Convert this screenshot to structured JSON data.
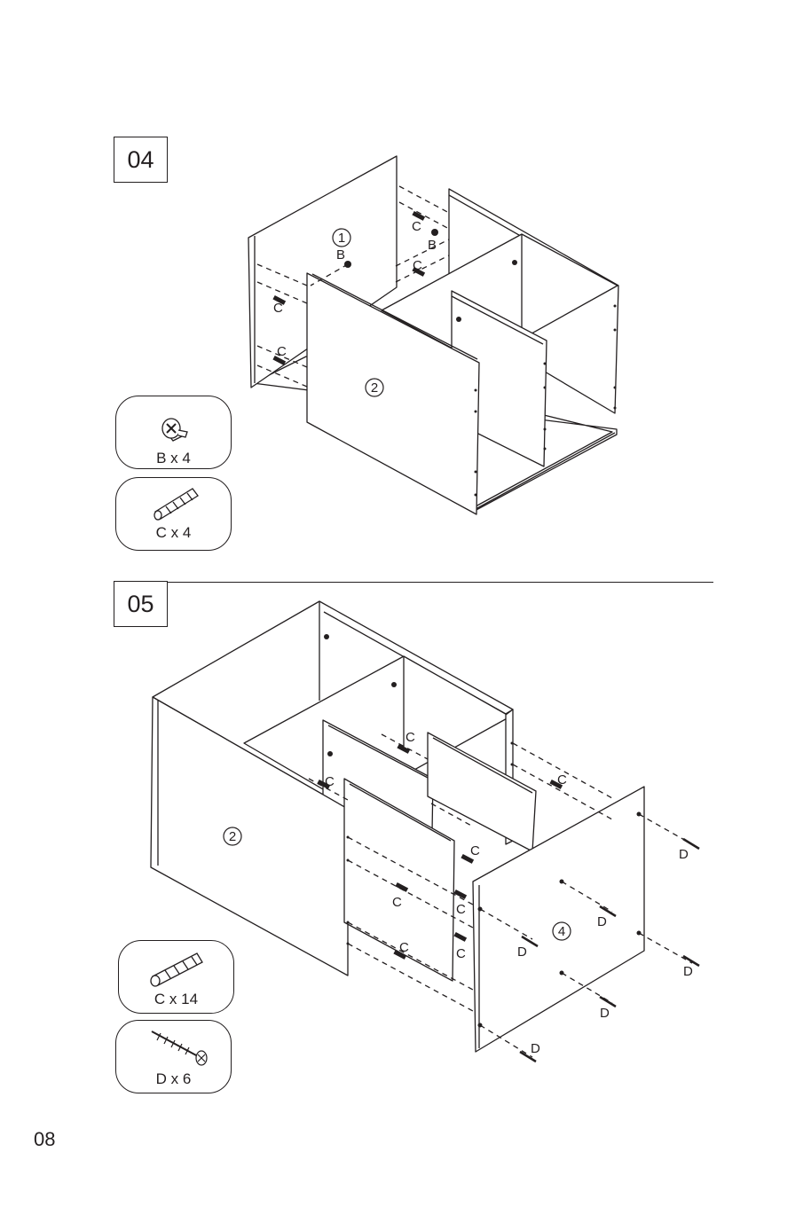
{
  "page_number": "08",
  "steps": [
    {
      "number": "04",
      "callouts": {
        "part_1": "1",
        "part_2": "2",
        "fastener_b": "B",
        "fastener_c": "C"
      },
      "hardware": [
        {
          "name": "cam-lock",
          "icon": "cam-lock-icon",
          "label": "B x 4"
        },
        {
          "name": "dowel",
          "icon": "dowel-icon",
          "label": "C x 4"
        }
      ]
    },
    {
      "number": "05",
      "callouts": {
        "part_2": "2",
        "part_4": "4",
        "fastener_c": "C",
        "fastener_d": "D"
      },
      "hardware": [
        {
          "name": "dowel",
          "icon": "dowel-icon",
          "label": "C x 14"
        },
        {
          "name": "screw",
          "icon": "screw-icon",
          "label": "D x 6"
        }
      ]
    }
  ]
}
